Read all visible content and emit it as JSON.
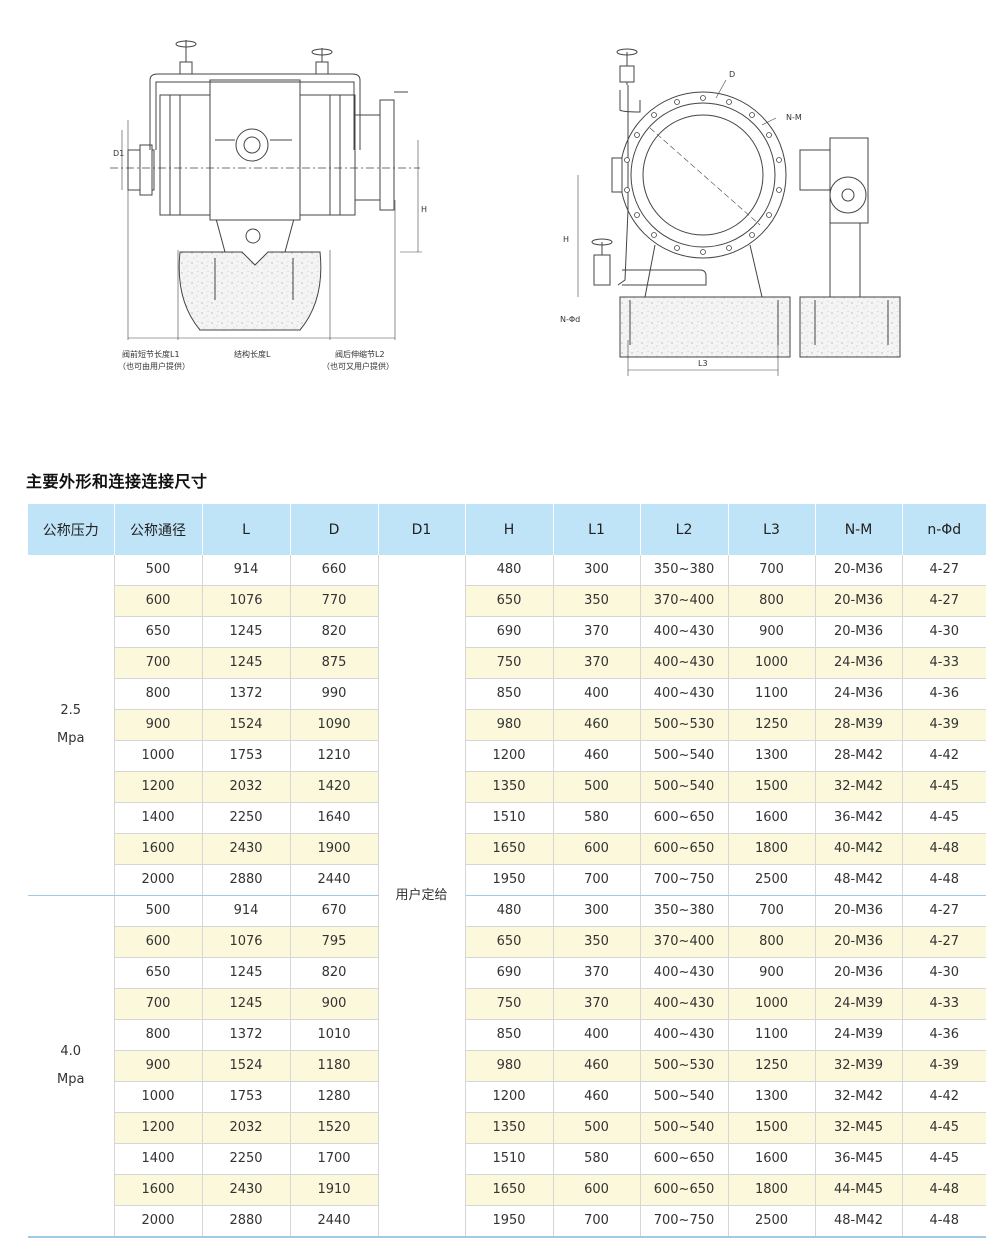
{
  "drawing_labels": {
    "d1": "D1",
    "h_left": "H",
    "l1_label": "阀前短节长度L1",
    "l1_note": "（也可由用户提供）",
    "l_label": "结构长度L",
    "l2_label": "阀后伸缩节L2",
    "l2_note": "（也可又用户提供）",
    "d_right": "D",
    "nm_right": "N-M",
    "h_right": "H",
    "nd_right": "N-Φd",
    "l3_right": "L3"
  },
  "section_title": "主要外形和连接连接尺寸",
  "table": {
    "headers": [
      "公称压力",
      "公称通径",
      "L",
      "D",
      "D1",
      "H",
      "L1",
      "L2",
      "L3",
      "N-M",
      "n-Φd"
    ],
    "d1_value": "用户定给",
    "groups": [
      {
        "pressure_line1": "2.5",
        "pressure_line2": "Mpa",
        "rows": [
          [
            "500",
            "914",
            "660",
            "480",
            "300",
            "350~380",
            "700",
            "20-M36",
            "4-27"
          ],
          [
            "600",
            "1076",
            "770",
            "650",
            "350",
            "370~400",
            "800",
            "20-M36",
            "4-27"
          ],
          [
            "650",
            "1245",
            "820",
            "690",
            "370",
            "400~430",
            "900",
            "20-M36",
            "4-30"
          ],
          [
            "700",
            "1245",
            "875",
            "750",
            "370",
            "400~430",
            "1000",
            "24-M36",
            "4-33"
          ],
          [
            "800",
            "1372",
            "990",
            "850",
            "400",
            "400~430",
            "1100",
            "24-M36",
            "4-36"
          ],
          [
            "900",
            "1524",
            "1090",
            "980",
            "460",
            "500~530",
            "1250",
            "28-M39",
            "4-39"
          ],
          [
            "1000",
            "1753",
            "1210",
            "1200",
            "460",
            "500~540",
            "1300",
            "28-M42",
            "4-42"
          ],
          [
            "1200",
            "2032",
            "1420",
            "1350",
            "500",
            "500~540",
            "1500",
            "32-M42",
            "4-45"
          ],
          [
            "1400",
            "2250",
            "1640",
            "1510",
            "580",
            "600~650",
            "1600",
            "36-M42",
            "4-45"
          ],
          [
            "1600",
            "2430",
            "1900",
            "1650",
            "600",
            "600~650",
            "1800",
            "40-M42",
            "4-48"
          ],
          [
            "2000",
            "2880",
            "2440",
            "1950",
            "700",
            "700~750",
            "2500",
            "48-M42",
            "4-48"
          ]
        ]
      },
      {
        "pressure_line1": "4.0",
        "pressure_line2": "Mpa",
        "rows": [
          [
            "500",
            "914",
            "670",
            "480",
            "300",
            "350~380",
            "700",
            "20-M36",
            "4-27"
          ],
          [
            "600",
            "1076",
            "795",
            "650",
            "350",
            "370~400",
            "800",
            "20-M36",
            "4-27"
          ],
          [
            "650",
            "1245",
            "820",
            "690",
            "370",
            "400~430",
            "900",
            "20-M36",
            "4-30"
          ],
          [
            "700",
            "1245",
            "900",
            "750",
            "370",
            "400~430",
            "1000",
            "24-M39",
            "4-33"
          ],
          [
            "800",
            "1372",
            "1010",
            "850",
            "400",
            "400~430",
            "1100",
            "24-M39",
            "4-36"
          ],
          [
            "900",
            "1524",
            "1180",
            "980",
            "460",
            "500~530",
            "1250",
            "32-M39",
            "4-39"
          ],
          [
            "1000",
            "1753",
            "1280",
            "1200",
            "460",
            "500~540",
            "1300",
            "32-M42",
            "4-42"
          ],
          [
            "1200",
            "2032",
            "1520",
            "1350",
            "500",
            "500~540",
            "1500",
            "32-M45",
            "4-45"
          ],
          [
            "1400",
            "2250",
            "1700",
            "1510",
            "580",
            "600~650",
            "1600",
            "36-M45",
            "4-45"
          ],
          [
            "1600",
            "2430",
            "1910",
            "1650",
            "600",
            "600~650",
            "1800",
            "44-M45",
            "4-48"
          ],
          [
            "2000",
            "2880",
            "2440",
            "1950",
            "700",
            "700~750",
            "2500",
            "48-M42",
            "4-48"
          ]
        ]
      }
    ]
  }
}
